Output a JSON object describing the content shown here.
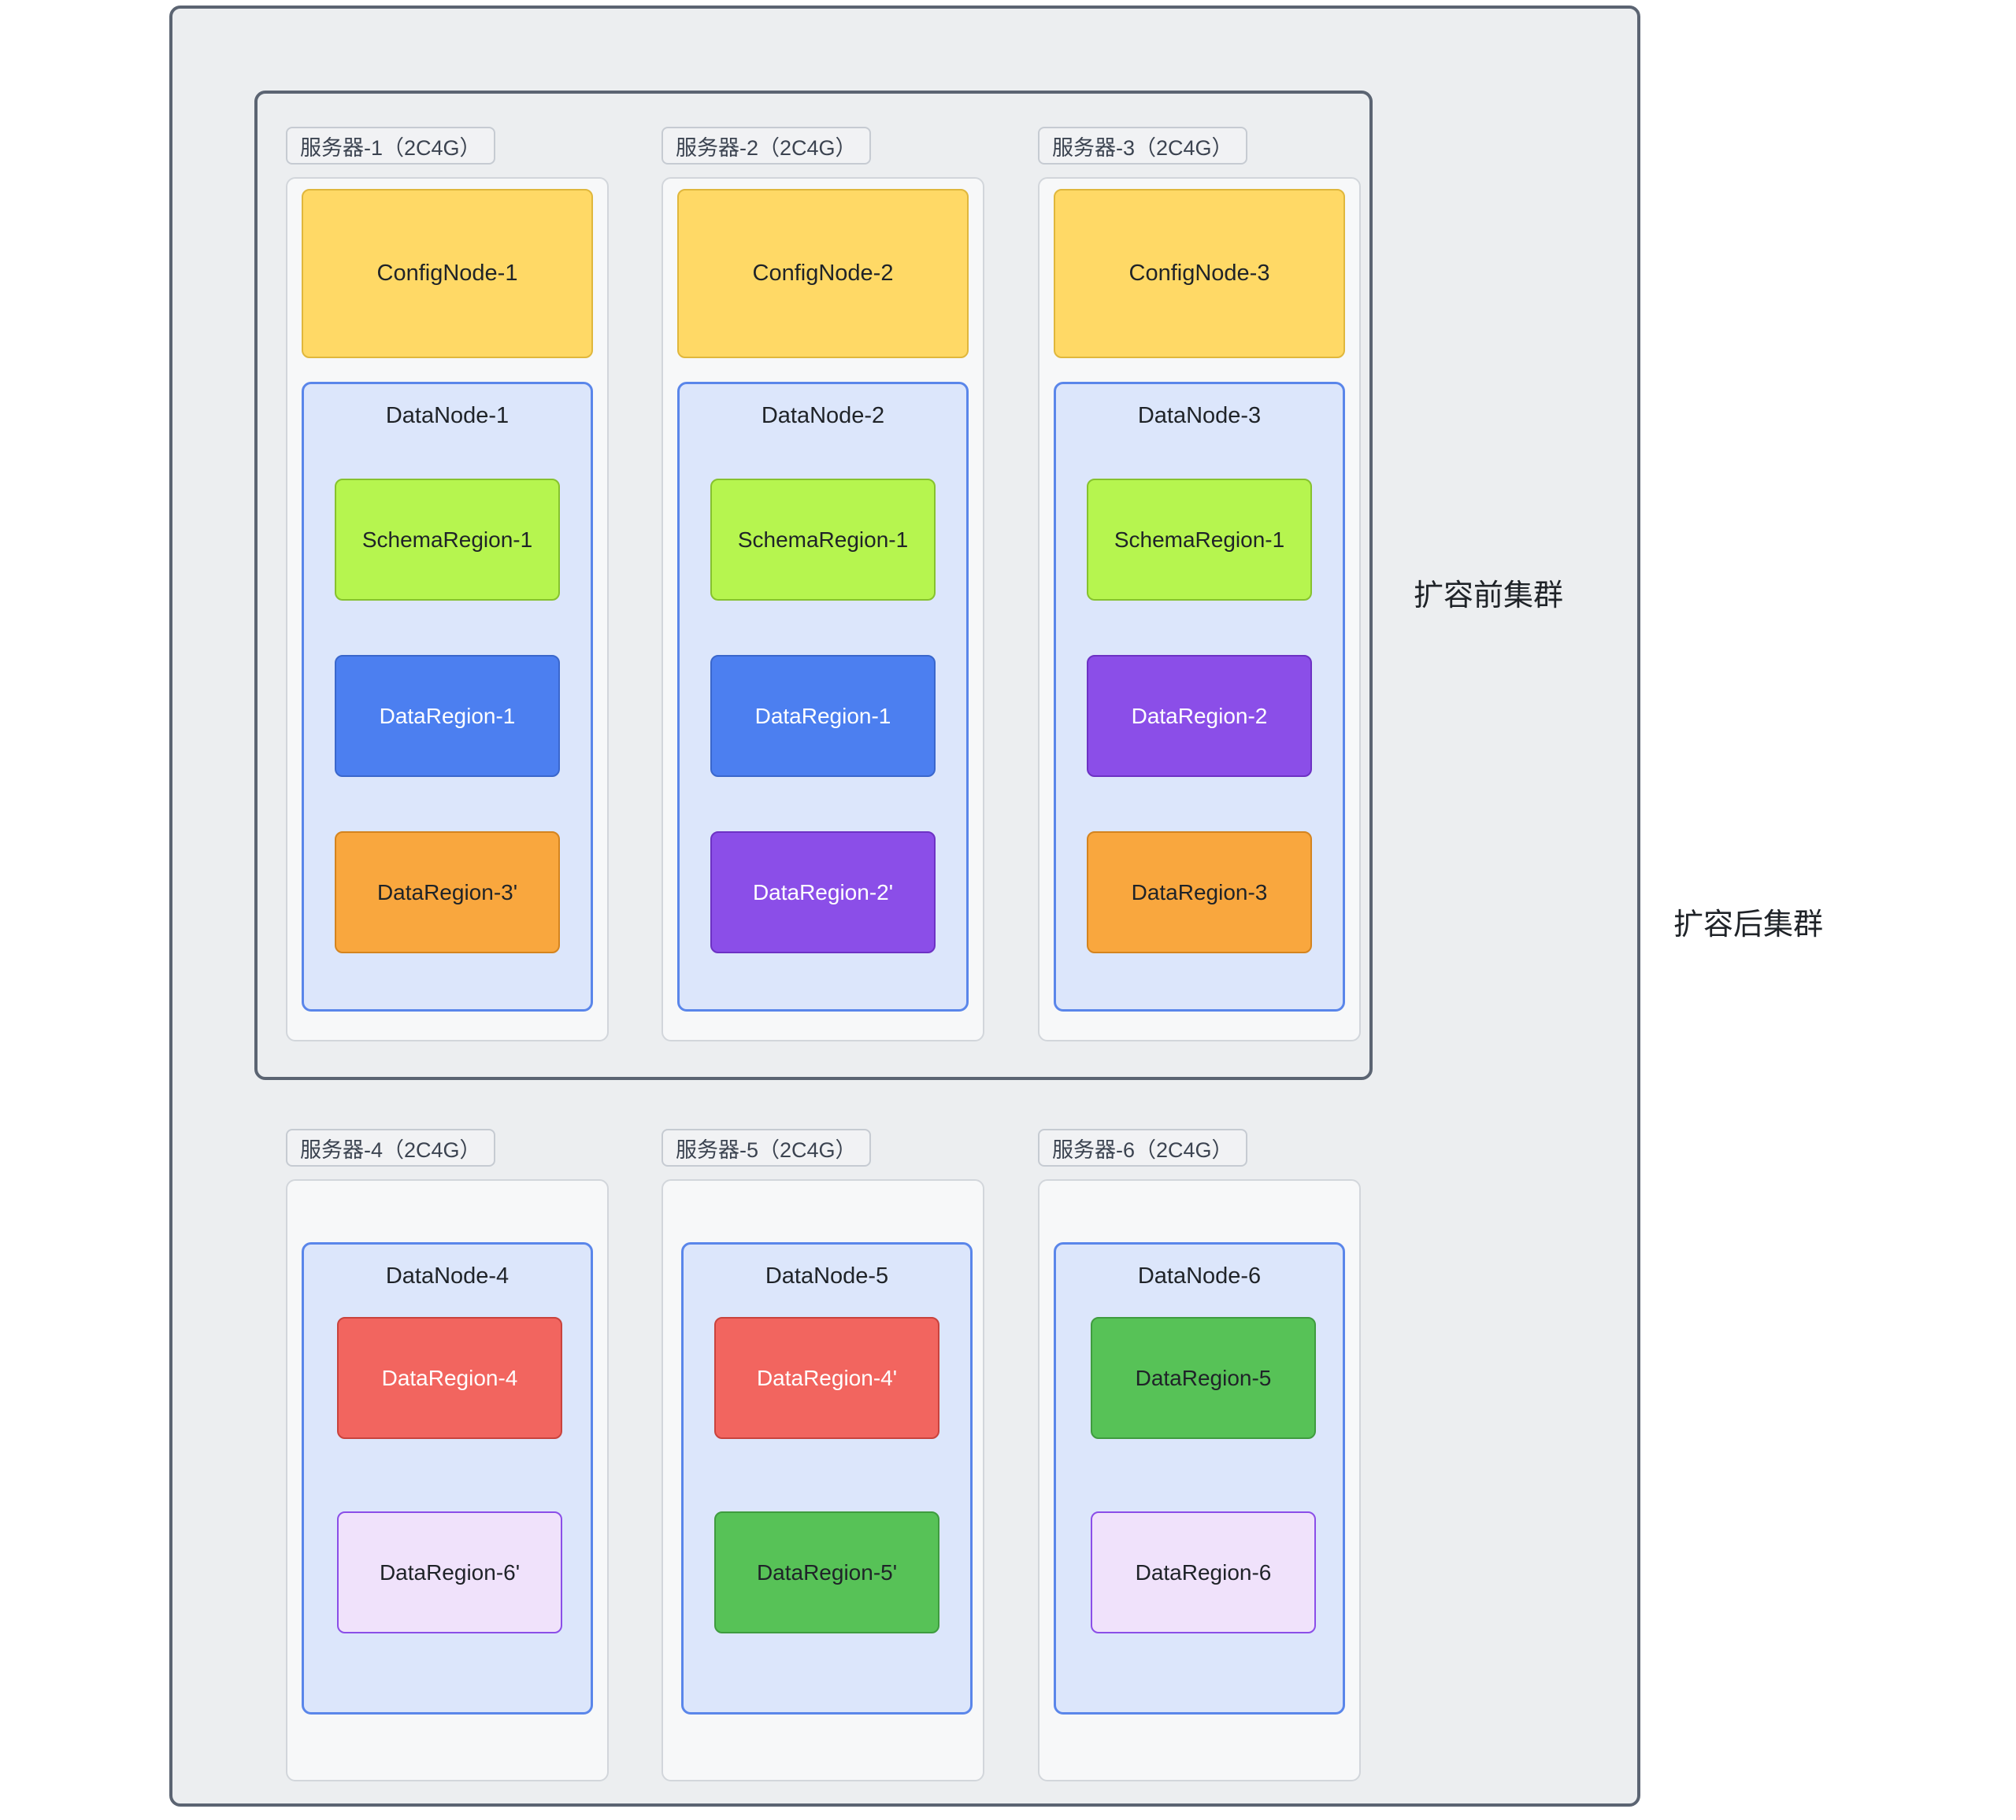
{
  "diagram": {
    "annotations": {
      "before": "扩容前集群",
      "after": "扩容后集群"
    },
    "colors": {
      "outer_border": "#5b6472",
      "outer_fill": "#eceef0",
      "server_card_fill": "#f7f8f9",
      "server_card_border": "#d2d6db",
      "chip_fill": "#f1f2f4",
      "chip_border": "#c6cbd2",
      "confignode_fill": "#ffd966",
      "confignode_border": "#e0b73c",
      "datanode_fill": "#dce6fb",
      "datanode_border": "#5a86ea",
      "schema_green_fill": "#b6f54f",
      "schema_green_border": "#86c22e",
      "blue_fill": "#4c7ff0",
      "blue_border": "#3a67cc",
      "orange_fill": "#f9a73e",
      "orange_border": "#d4841f",
      "purple_fill": "#8b4ee8",
      "purple_border": "#6d32c4",
      "red_fill": "#f2655f",
      "red_border": "#c9433d",
      "green_fill": "#57c257",
      "green_border": "#3f9c3f",
      "lavender_fill": "#f0e2fb",
      "lavender_border": "#8b4ee8"
    },
    "servers": [
      {
        "label": "服务器-1（2C4G）",
        "confignode": "ConfigNode-1",
        "datanode": "DataNode-1",
        "regions": [
          {
            "label": "SchemaRegion-1",
            "fill": "#b6f54f",
            "border": "#86c22e",
            "text": "#1f2328"
          },
          {
            "label": "DataRegion-1",
            "fill": "#4c7ff0",
            "border": "#3a67cc",
            "text": "#ffffff"
          },
          {
            "label": "DataRegion-3'",
            "fill": "#f9a73e",
            "border": "#d4841f",
            "text": "#1f2328"
          }
        ]
      },
      {
        "label": "服务器-2（2C4G）",
        "confignode": "ConfigNode-2",
        "datanode": "DataNode-2",
        "regions": [
          {
            "label": "SchemaRegion-1",
            "fill": "#b6f54f",
            "border": "#86c22e",
            "text": "#1f2328"
          },
          {
            "label": "DataRegion-1",
            "fill": "#4c7ff0",
            "border": "#3a67cc",
            "text": "#ffffff"
          },
          {
            "label": "DataRegion-2'",
            "fill": "#8b4ee8",
            "border": "#6d32c4",
            "text": "#ffffff"
          }
        ]
      },
      {
        "label": "服务器-3（2C4G）",
        "confignode": "ConfigNode-3",
        "datanode": "DataNode-3",
        "regions": [
          {
            "label": "SchemaRegion-1",
            "fill": "#b6f54f",
            "border": "#86c22e",
            "text": "#1f2328"
          },
          {
            "label": "DataRegion-2",
            "fill": "#8b4ee8",
            "border": "#6d32c4",
            "text": "#ffffff"
          },
          {
            "label": "DataRegion-3",
            "fill": "#f9a73e",
            "border": "#d4841f",
            "text": "#1f2328"
          }
        ]
      },
      {
        "label": "服务器-4（2C4G）",
        "confignode": null,
        "datanode": "DataNode-4",
        "regions": [
          {
            "label": "DataRegion-4",
            "fill": "#f2655f",
            "border": "#c9433d",
            "text": "#ffffff"
          },
          {
            "label": "DataRegion-6'",
            "fill": "#f0e2fb",
            "border": "#8b4ee8",
            "text": "#1f2328"
          }
        ]
      },
      {
        "label": "服务器-5（2C4G）",
        "confignode": null,
        "datanode": "DataNode-5",
        "regions": [
          {
            "label": "DataRegion-4'",
            "fill": "#f2655f",
            "border": "#c9433d",
            "text": "#ffffff"
          },
          {
            "label": "DataRegion-5'",
            "fill": "#57c257",
            "border": "#3f9c3f",
            "text": "#1f2328"
          }
        ]
      },
      {
        "label": "服务器-6（2C4G）",
        "confignode": null,
        "datanode": "DataNode-6",
        "regions": [
          {
            "label": "DataRegion-5",
            "fill": "#57c257",
            "border": "#3f9c3f",
            "text": "#1f2328"
          },
          {
            "label": "DataRegion-6",
            "fill": "#f0e2fb",
            "border": "#8b4ee8",
            "text": "#1f2328"
          }
        ]
      }
    ]
  }
}
